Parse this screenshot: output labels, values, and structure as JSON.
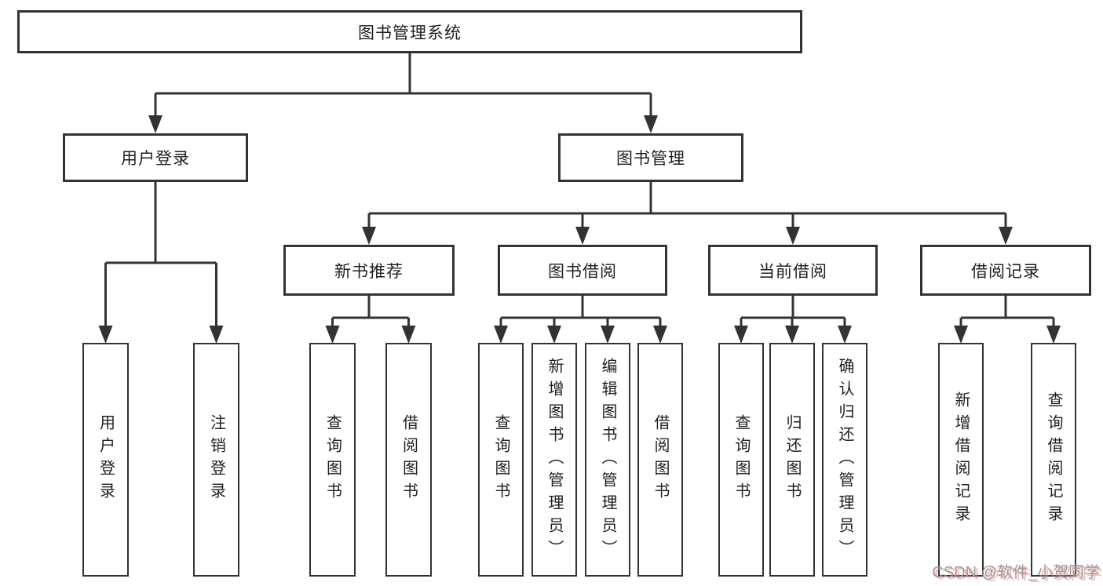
{
  "colors": {
    "line": "#333333",
    "box_border": "#333333",
    "box_fill": "#ffffff",
    "text": "#1f1f1f",
    "watermark_text": "#9b9b9b",
    "watermark_shadow": "#ed8e8e"
  },
  "watermark": "CSDN @软件_小贺同学",
  "tree": {
    "root": {
      "label": "图书管理系统"
    },
    "branches": [
      {
        "label": "用户登录",
        "children": [
          {
            "label": "用户登录"
          },
          {
            "label": "注销登录"
          }
        ]
      },
      {
        "label": "图书管理",
        "children": [
          {
            "label": "新书推荐",
            "children": [
              {
                "label": "查询图书"
              },
              {
                "label": "借阅图书"
              }
            ]
          },
          {
            "label": "图书借阅",
            "children": [
              {
                "label": "查询图书"
              },
              {
                "label": "新增图书（管理员）"
              },
              {
                "label": "编辑图书（管理员）"
              },
              {
                "label": "借阅图书"
              }
            ]
          },
          {
            "label": "当前借阅",
            "children": [
              {
                "label": "查询图书"
              },
              {
                "label": "归还图书"
              },
              {
                "label": "确认归还（管理员）"
              }
            ]
          },
          {
            "label": "借阅记录",
            "children": [
              {
                "label": "新增借阅记录"
              },
              {
                "label": "查询借阅记录"
              }
            ]
          }
        ]
      }
    ]
  }
}
